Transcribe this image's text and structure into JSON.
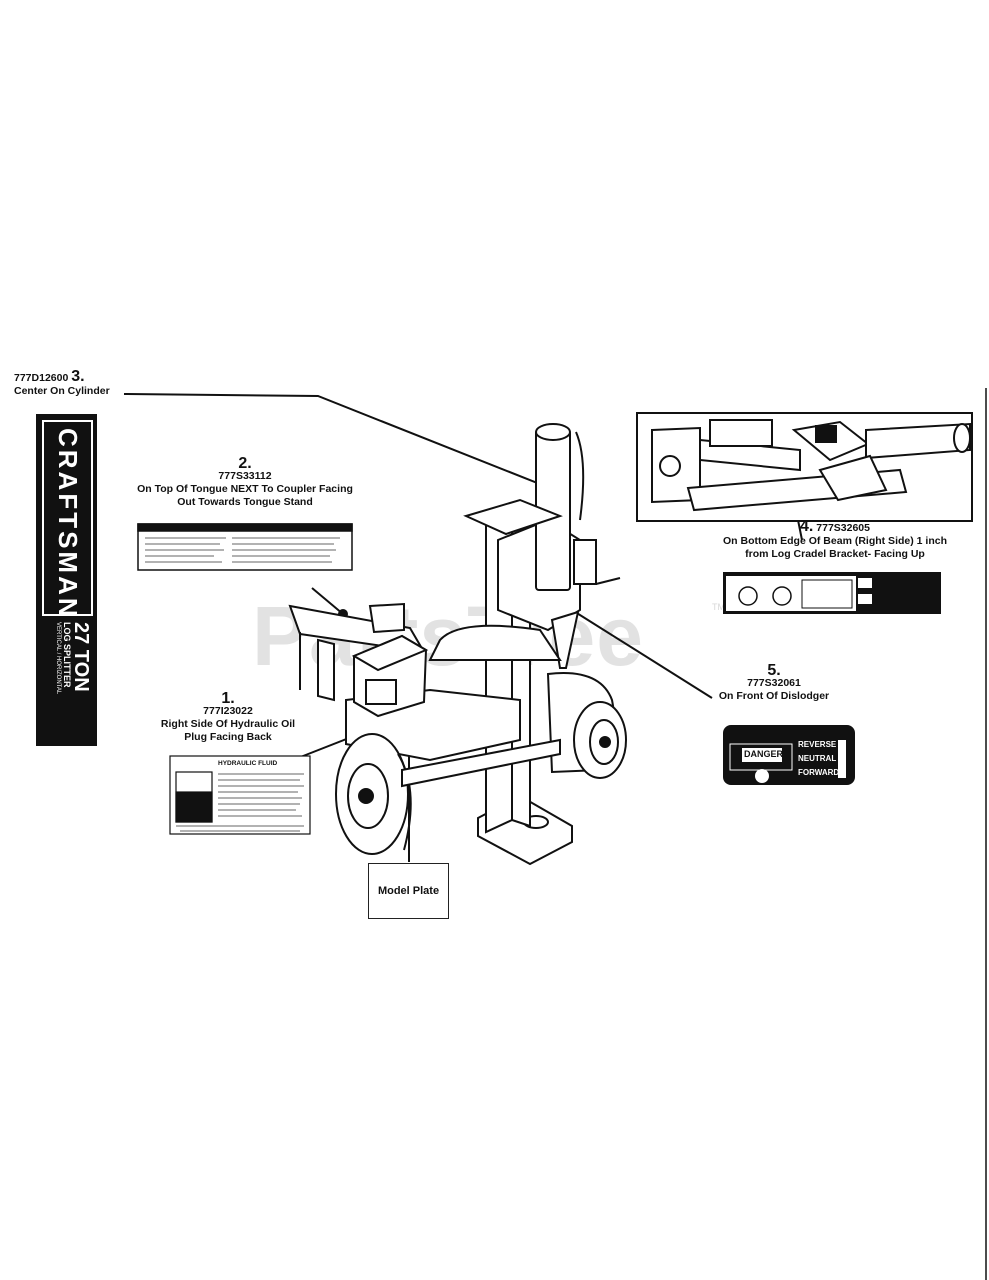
{
  "brand": {
    "name": "CRAFTSMAN",
    "tonnage": "27 TON",
    "product": "LOG SPLITTER",
    "descriptor": "VERTICAL / HORIZONTAL"
  },
  "watermark": {
    "text": "PartsTree",
    "tm": "TM"
  },
  "callouts": [
    {
      "number": "3.",
      "part": "777D12600",
      "location": "Center On Cylinder"
    },
    {
      "number": "2.",
      "part": "777S33112",
      "location_1": "On Top Of Tongue NEXT To Coupler Facing",
      "location_2": "Out Towards Tongue Stand"
    },
    {
      "number": "4.",
      "part": "777S32605",
      "location_1": "On Bottom Edge Of Beam (Right Side) 1 inch",
      "location_2": "from Log Cradel Bracket- Facing Up"
    },
    {
      "number": "5.",
      "part": "777S32061",
      "location": "On Front Of Dislodger"
    },
    {
      "number": "1.",
      "part": "777I23022",
      "location_1": "Right Side Of Hydraulic Oil",
      "location_2": "Plug Facing Back"
    }
  ],
  "model_plate": {
    "label": "Model Plate"
  },
  "decal_5": {
    "r1": "REVERSE",
    "r2": "NEUTRAL",
    "r3": "FORWARD",
    "danger": "DANGER"
  },
  "decal_1": {
    "title": "HYDRAULIC FLUID"
  }
}
